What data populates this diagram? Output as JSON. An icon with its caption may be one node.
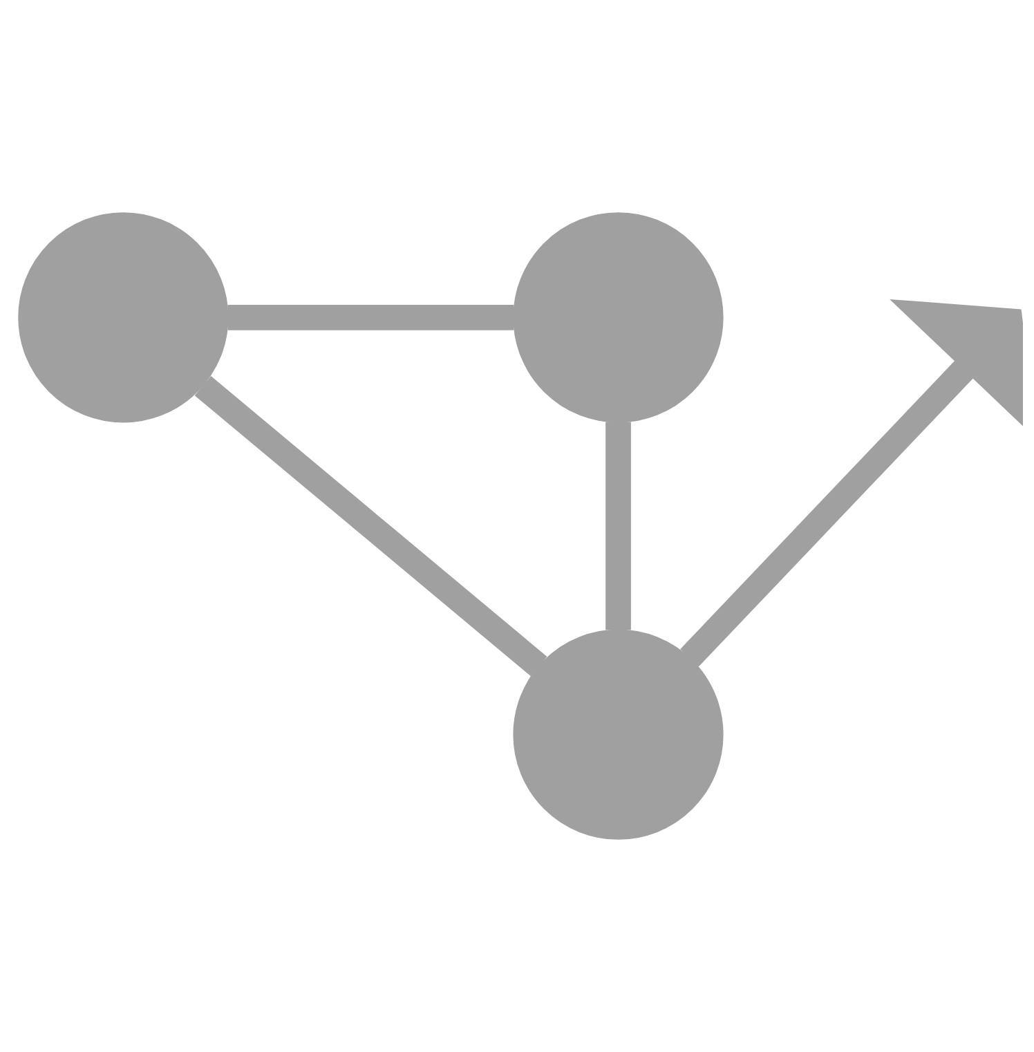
{
  "diagram": {
    "nodes": [
      {
        "text": [],
        "shape": "circle"
      },
      {
        "text": [],
        "shape": "circle"
      },
      {
        "text": [],
        "shape": "circle"
      }
    ],
    "edges": [
      {
        "from": 0,
        "to": 2,
        "arrow": "none"
      },
      {
        "from": 0,
        "to": 1,
        "arrow": "none"
      },
      {
        "from": 2,
        "to": 1,
        "arrow": "none"
      },
      {
        "from": 1,
        "to": null,
        "arrow": "to"
      }
    ]
  }
}
